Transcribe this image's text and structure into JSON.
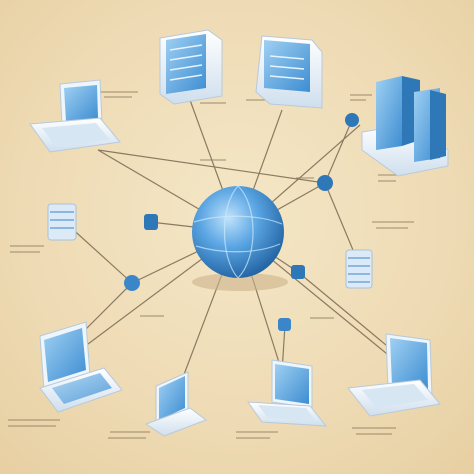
{
  "diagram": {
    "hub": {
      "kind": "globe"
    },
    "nodes": [
      {
        "id": "server-top-left",
        "kind": "server-tower"
      },
      {
        "id": "server-top-center",
        "kind": "server-box"
      },
      {
        "id": "laptop-top-left",
        "kind": "laptop"
      },
      {
        "id": "datacenter-right",
        "kind": "server-rack"
      },
      {
        "id": "drive-stack-left",
        "kind": "disk-stack"
      },
      {
        "id": "drive-stack-right",
        "kind": "disk-stack"
      },
      {
        "id": "laptop-bottom-left",
        "kind": "laptop"
      },
      {
        "id": "laptop-bottom-center-left",
        "kind": "laptop"
      },
      {
        "id": "laptop-bottom-center-right",
        "kind": "laptop"
      },
      {
        "id": "laptop-bottom-right",
        "kind": "laptop"
      }
    ],
    "connectors": [
      {
        "id": "connector-a",
        "kind": "small-node"
      },
      {
        "id": "connector-b",
        "kind": "small-node"
      },
      {
        "id": "connector-c",
        "kind": "small-node"
      },
      {
        "id": "connector-d",
        "kind": "small-node"
      },
      {
        "id": "connector-e",
        "kind": "small-node"
      },
      {
        "id": "connector-f",
        "kind": "small-node"
      }
    ],
    "colors": {
      "background": "#efdcb6",
      "device_light": "#e8f2fb",
      "device_blue": "#4a9ad8",
      "device_dark": "#2f78b8",
      "line": "#8a7a61",
      "globe": "#3f8fd6"
    }
  }
}
